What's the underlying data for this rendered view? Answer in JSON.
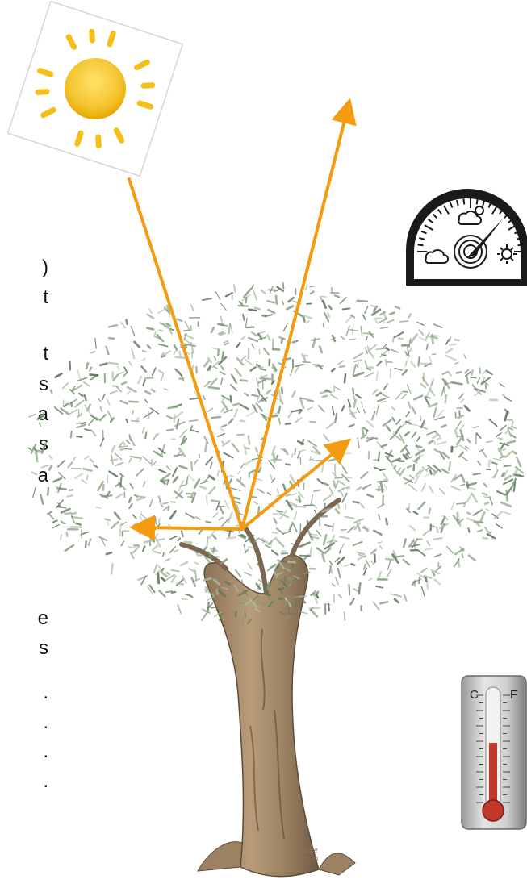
{
  "left_text_fragments": [
    ")",
    "t",
    "t",
    "s",
    "a",
    "s",
    "a",
    "e",
    "s",
    ".",
    ".",
    ".",
    "."
  ],
  "thermometer": {
    "scale_left": "C",
    "scale_right": "F",
    "mercury_level": 0.55
  },
  "barometer": {
    "symbols": [
      "cloud-icon",
      "sun-cloud-icon",
      "sun-icon"
    ]
  },
  "signature": {
    "line1": "Sylvie",
    "line2": "Bertin"
  },
  "colors": {
    "arrow": "#f39c12",
    "foliage_dark": "#5f7a5c",
    "foliage_mid": "#7f9b79",
    "foliage_light": "#a8bca2",
    "trunk": "#a48a6a",
    "trunk_dark": "#6d5a44",
    "sun_center": "#f4c430",
    "sun_rays": "#f5b800",
    "mercury": "#c0392b"
  },
  "icons": [
    "sun-icon",
    "barometer-icon",
    "thermometer-icon",
    "tree-illustration",
    "reflected-arrow-icon"
  ]
}
